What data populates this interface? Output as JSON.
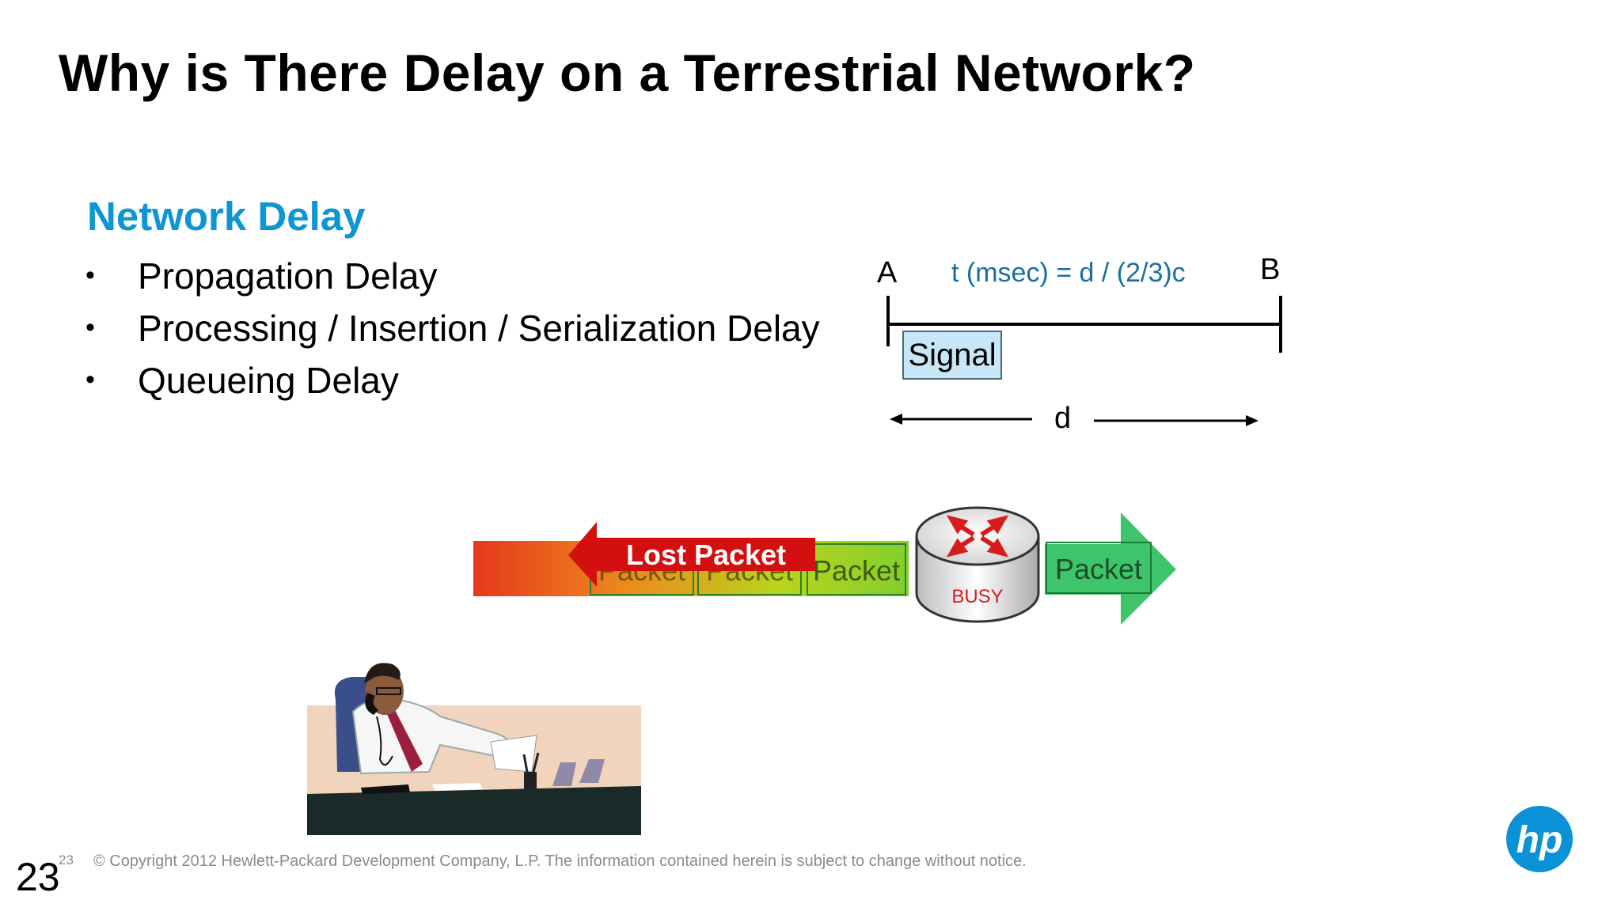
{
  "slide": {
    "title": "Why is There Delay on a Terrestrial Network?",
    "section_heading": "Network Delay",
    "bullets": [
      "Propagation Delay",
      "Processing / Insertion / Serialization Delay",
      "Queueing Delay"
    ],
    "bullet_symbol": "•"
  },
  "propagation_diagram": {
    "label_a": "A",
    "label_b": "B",
    "formula": "t (msec) = d / (2/3)c",
    "signal_label": "Signal",
    "distance_label": "d"
  },
  "queue_diagram": {
    "lost_packet_label": "Lost Packet",
    "packet_labels": [
      "Packet",
      "Packet",
      "Packet"
    ],
    "outgoing_packet_label": "Packet",
    "router_status": "BUSY"
  },
  "footer": {
    "page_number_small": "23",
    "copyright": "© Copyright 2012 Hewlett-Packard Development Company, L.P.  The information contained herein is subject to change without notice.",
    "page_number": "23",
    "logo_text": "hp"
  },
  "colors": {
    "heading_blue": "#0d96d2",
    "formula_blue": "#1a6fa0",
    "signal_fill": "#c7e7f6",
    "lost_packet_red": "#d40f0f",
    "outgoing_green": "#3ec46a",
    "hp_blue": "#0a91d6"
  }
}
